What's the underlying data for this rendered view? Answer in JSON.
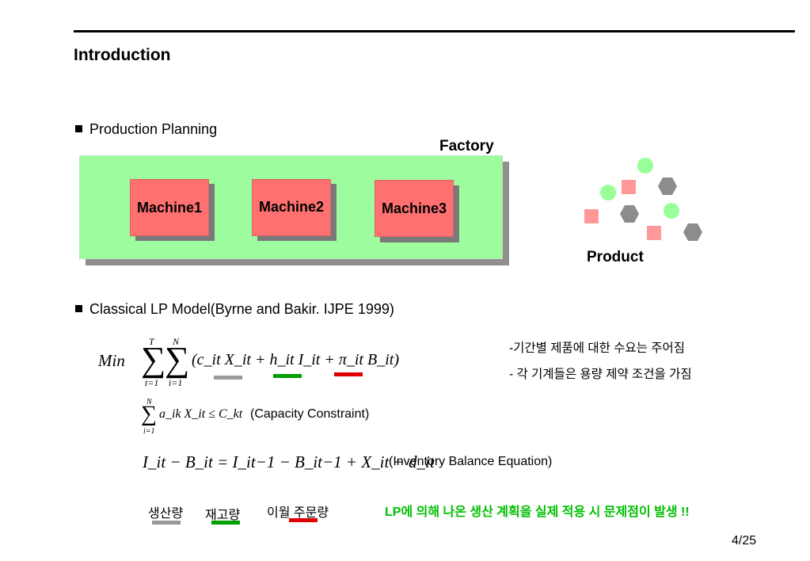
{
  "slide": {
    "title": "Introduction",
    "bullet1": "Production Planning",
    "bullet2": "Classical LP Model(Byrne and Bakir. IJPE 1999)",
    "page_number": "4/25"
  },
  "diagram": {
    "factory_label": "Factory",
    "machines": [
      "Machine1",
      "Machine2",
      "Machine3"
    ],
    "product_label": "Product",
    "colors": {
      "factory": "#9dfc9d",
      "machine": "#ff7070",
      "square": "#ff9999",
      "circle": "#99ff99",
      "hexagon": "#8c8c8c"
    }
  },
  "equations": {
    "objective": {
      "min": "Min",
      "sum_upper_t": "T",
      "sum_upper_n": "N",
      "sum_lower_t": "t=1",
      "sum_lower_i": "i=1",
      "body": "(c_it X_it + h_it I_it + π_it B_it)"
    },
    "capacity": {
      "sum_upper": "N",
      "sum_lower": "i=1",
      "body": "a_ik X_it ≤ C_kt",
      "label": "(Capacity Constraint)"
    },
    "balance": {
      "body": "I_it − B_it = I_it−1 − B_it−1 + X_it − d_it",
      "label": "(Inventory Balance Equation)"
    }
  },
  "notes": [
    "-기간별 제품에 대한 수요는 주어짐",
    "- 각 기계들은 용량 제약 조건을 가짐"
  ],
  "legend": [
    {
      "label": "생산량",
      "color": "#999999"
    },
    {
      "label": "재고량",
      "color": "#00a000"
    },
    {
      "label": "이월 주문량",
      "color": "#e00000"
    }
  ],
  "warning": "LP에 의해 나온 생산 계획을 실제 적용 시 문제점이 발생 !!"
}
